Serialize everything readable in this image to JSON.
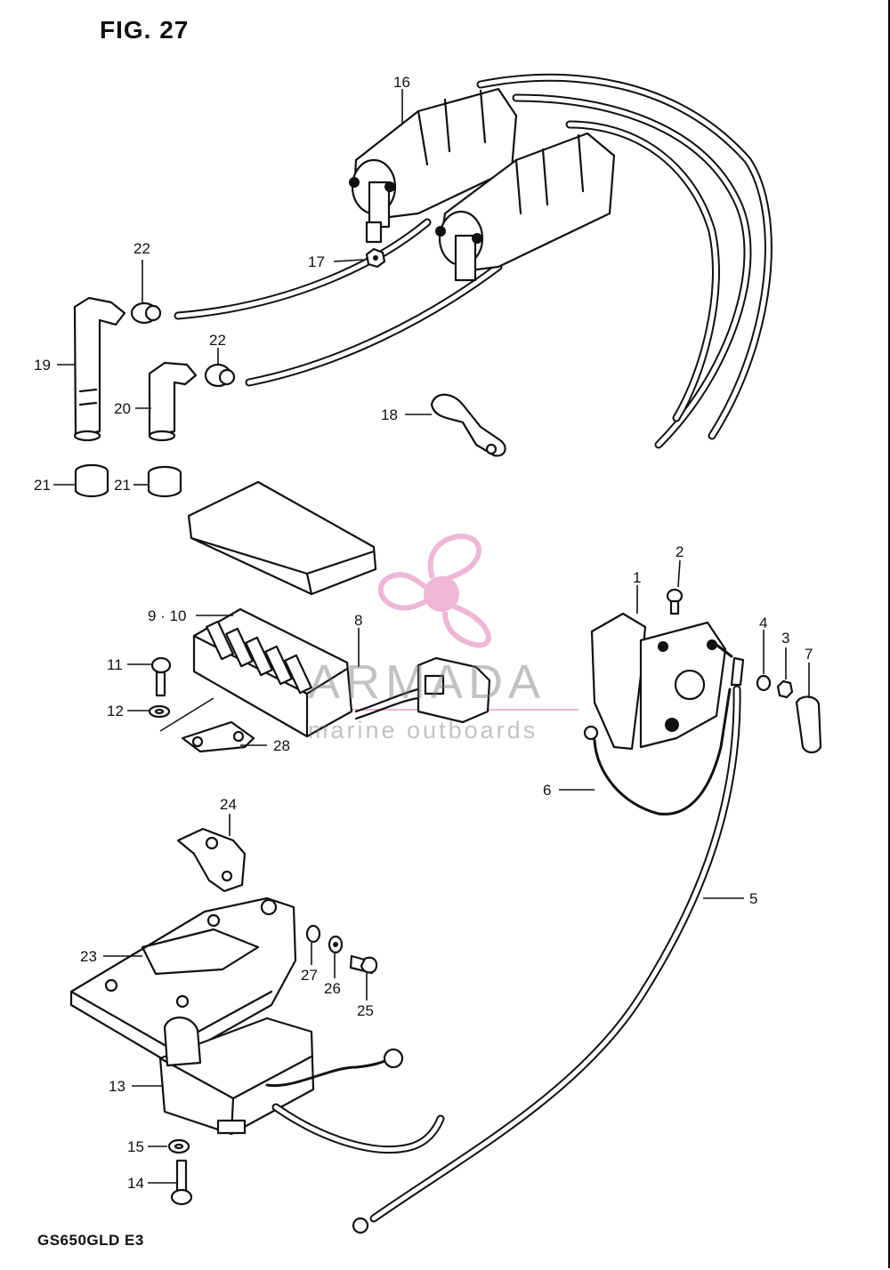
{
  "figure": {
    "title": "FIG. 27",
    "model_code": "GS650GLD  E3"
  },
  "watermark": {
    "brand": "ARMADA",
    "tagline": "marine outboards",
    "logo_color": "#e8a0c8"
  },
  "callouts": {
    "c1": "1",
    "c2": "2",
    "c3": "3",
    "c4": "4",
    "c5": "5",
    "c6": "6",
    "c7": "7",
    "c8": "8",
    "c9_10": "9 · 10",
    "c11": "11",
    "c12": "12",
    "c13": "13",
    "c14": "14",
    "c15": "15",
    "c16": "16",
    "c17": "17",
    "c18": "18",
    "c19": "19",
    "c20": "20",
    "c21a": "21",
    "c21b": "21",
    "c22a": "22",
    "c22b": "22",
    "c23": "23",
    "c24": "24",
    "c25": "25",
    "c26": "26",
    "c27": "27",
    "c28": "28"
  }
}
